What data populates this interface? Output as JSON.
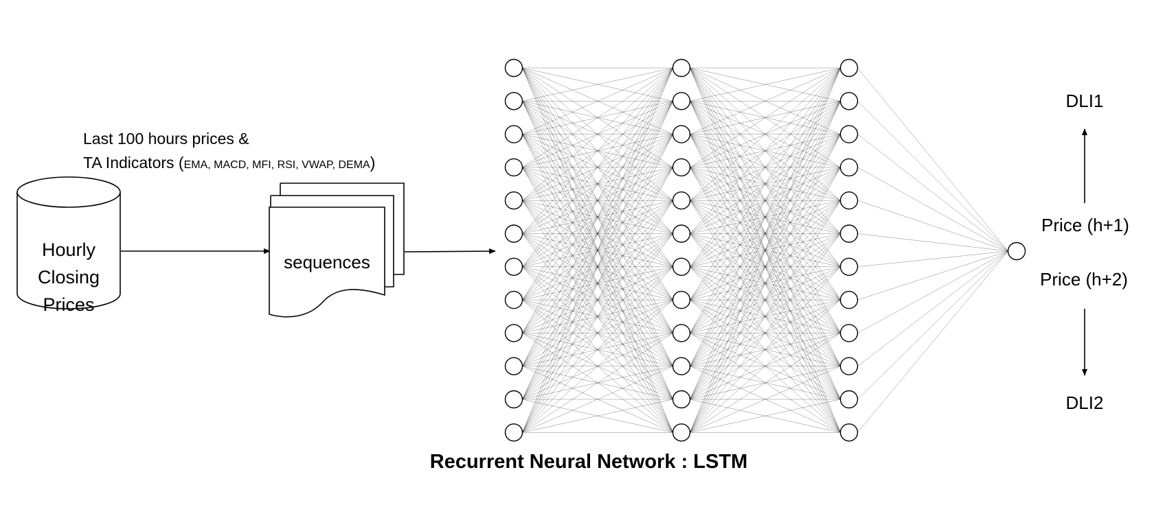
{
  "database": {
    "lines": [
      "Hourly",
      "Closing",
      "Prices"
    ]
  },
  "input_note": {
    "line1": "Last 100 hours prices &",
    "line2_main": "TA Indicators (",
    "line2_small": "EMA, MACD, MFI, RSI, VWAP, DEMA",
    "line2_close": ")"
  },
  "sequences_label": "sequences",
  "network": {
    "title": "Recurrent Neural Network : LSTM",
    "title_color": "#8a8a8a",
    "layer_node_counts": [
      12,
      12,
      12
    ],
    "output_nodes": 1
  },
  "outputs": {
    "price_h1": "Price (h+1)",
    "price_h2": "Price (h+2)",
    "dli1": "DLI1",
    "dli2": "DLI2"
  }
}
